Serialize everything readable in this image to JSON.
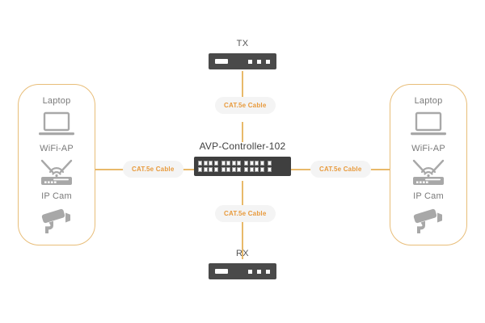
{
  "diagram": {
    "background_color": "#ffffff",
    "accent_color": "#e8bd78",
    "label_color": "#e89a3c",
    "device_color": "#4a4a4a"
  },
  "top_endpoint": {
    "title": "TX",
    "icon": "transmitter-icon"
  },
  "bottom_endpoint": {
    "title": "RX",
    "icon": "receiver-icon"
  },
  "controller": {
    "title": "AVP-Controller-102",
    "icon": "network-switch-icon",
    "port_groups": 3,
    "ports_per_group": 8
  },
  "cables": {
    "top": "CAT.5e Cable",
    "bottom": "CAT.5e Cable",
    "left": "CAT.5e Cable",
    "right": "CAT.5e Cable"
  },
  "left_group": {
    "devices": [
      {
        "label": "Laptop",
        "icon": "laptop-icon"
      },
      {
        "label": "WiFi-AP",
        "icon": "wifi-access-point-icon"
      },
      {
        "label": "IP Cam",
        "icon": "ip-camera-icon"
      }
    ]
  },
  "right_group": {
    "devices": [
      {
        "label": "Laptop",
        "icon": "laptop-icon"
      },
      {
        "label": "WiFi-AP",
        "icon": "wifi-access-point-icon"
      },
      {
        "label": "IP Cam",
        "icon": "ip-camera-icon"
      }
    ]
  }
}
